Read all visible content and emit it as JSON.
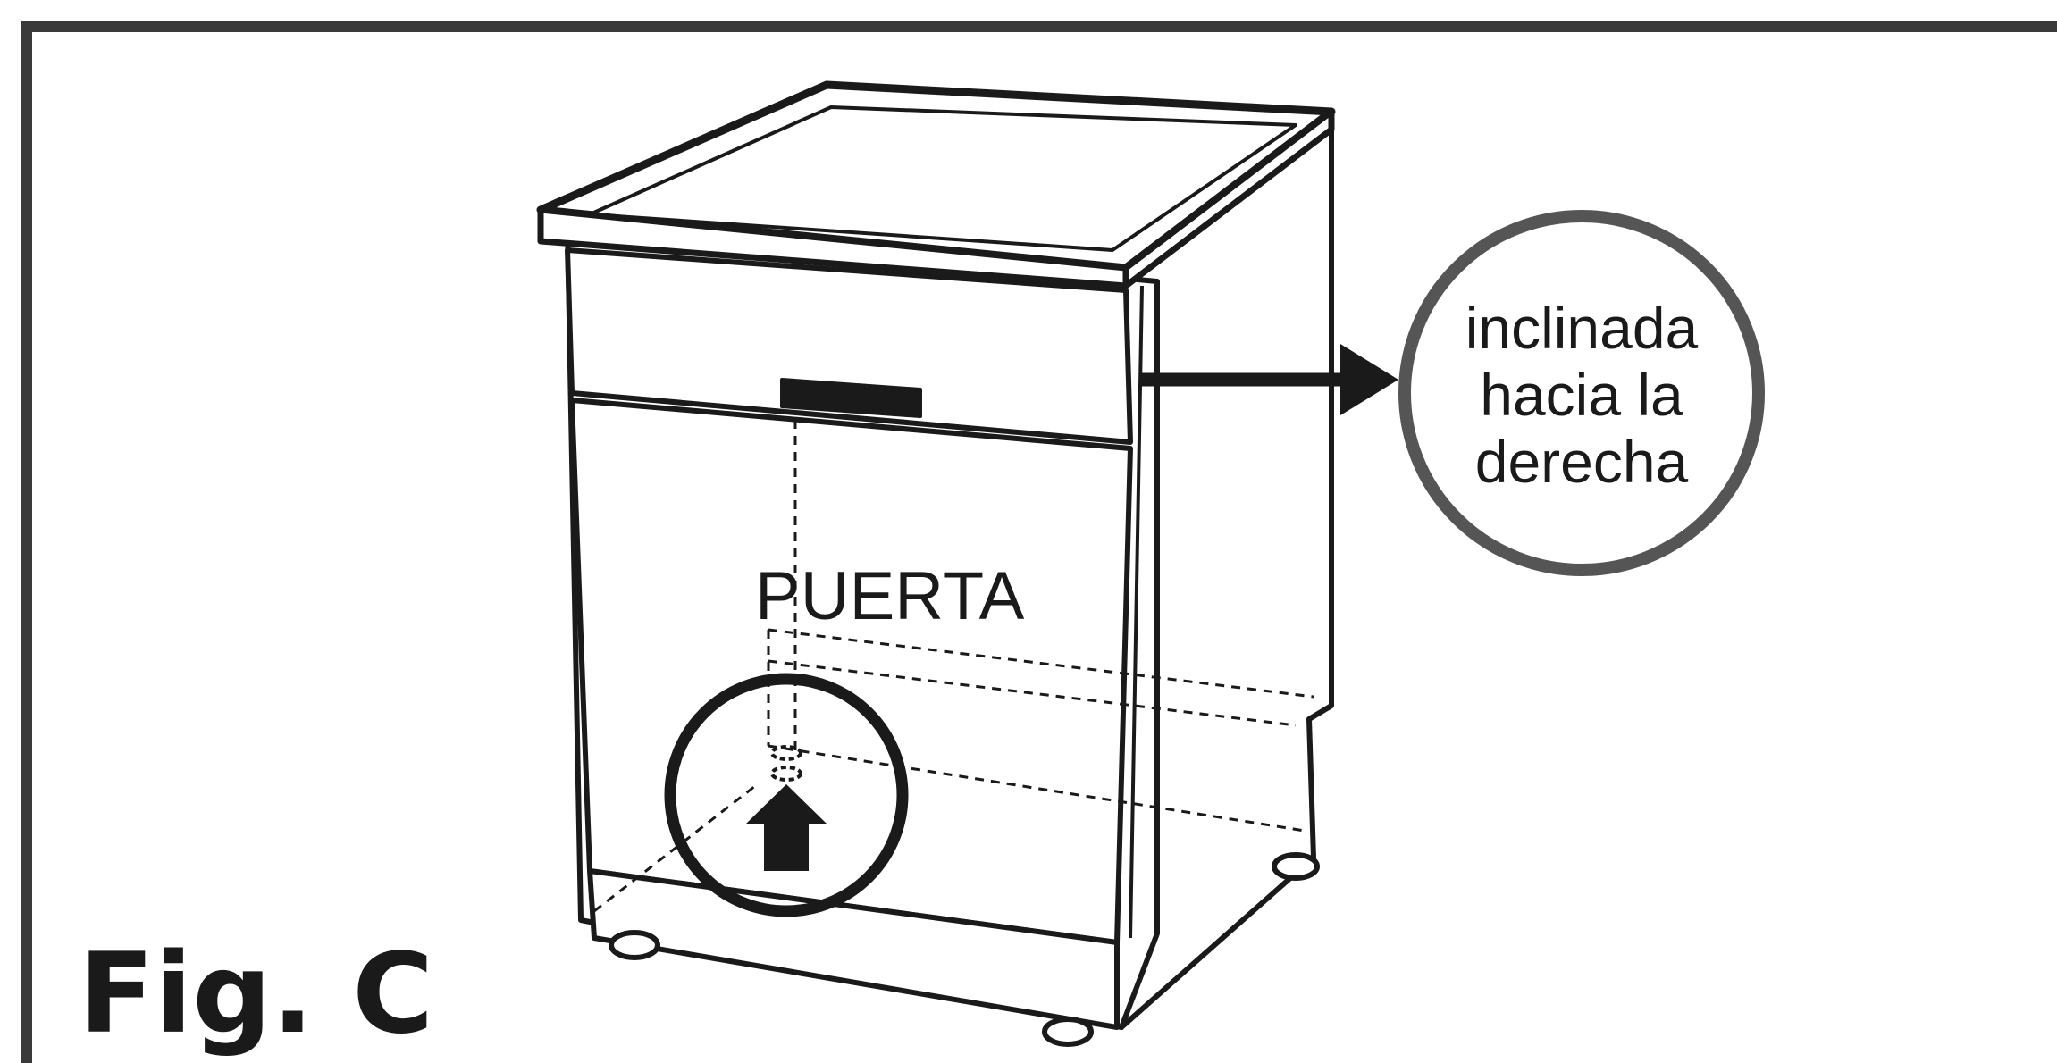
{
  "figure": {
    "caption": "Fig. C",
    "door_label": "PUERTA",
    "callout_lines": [
      "inclinada",
      "hacia la",
      "derecha"
    ]
  },
  "colors": {
    "line": "#1a1a1a",
    "frame": "#3a3a3a",
    "callout_ring": "#555555",
    "background": "#ffffff"
  },
  "icons": [
    "right-arrow-icon",
    "up-arrow-icon"
  ]
}
